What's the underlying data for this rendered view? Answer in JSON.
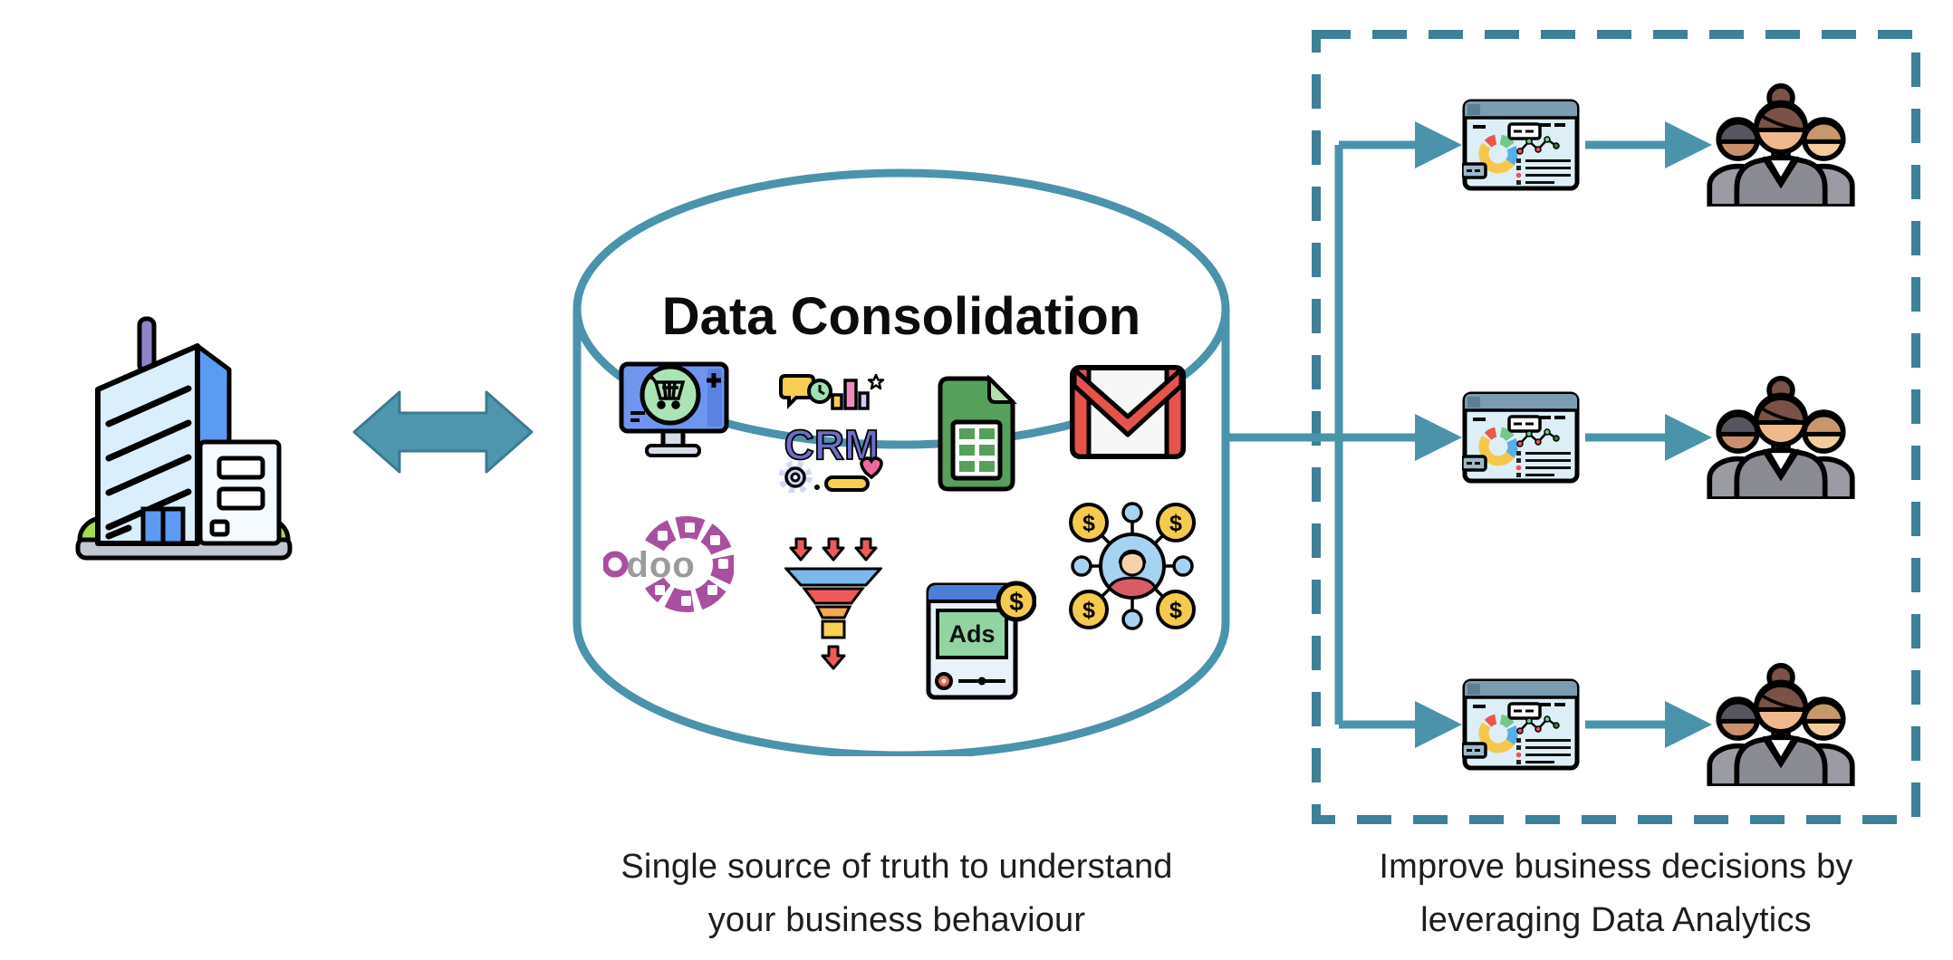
{
  "diagram": {
    "title": "Data Consolidation",
    "caption_left": {
      "line1": "Single source of truth to understand",
      "line2": "your business behaviour"
    },
    "caption_right": {
      "line1": "Improve business decisions by",
      "line2": "leveraging Data Analytics"
    },
    "labels": {
      "crm": "CRM",
      "odoo": "odoo",
      "ads": "Ads",
      "currency": "$"
    },
    "colors": {
      "teal_line": "#4a93ab",
      "teal_arrow_fill": "#4e96ad",
      "dashed_border": "#3e8098",
      "title_text": "#0c0c0c",
      "caption_text": "#1d1d1d"
    },
    "source_icons": [
      "ecommerce-store-icon",
      "crm-icon",
      "spreadsheet-icon",
      "gmail-icon",
      "odoo-icon",
      "sales-funnel-icon",
      "ads-icon",
      "money-network-icon"
    ],
    "left_entity_icon": "office-building-icon",
    "output_rows": [
      {
        "icon": "analytics-dashboard-icon",
        "audience": "business-team-icon"
      },
      {
        "icon": "analytics-dashboard-icon",
        "audience": "business-team-icon"
      },
      {
        "icon": "analytics-dashboard-icon",
        "audience": "business-team-icon"
      }
    ]
  }
}
